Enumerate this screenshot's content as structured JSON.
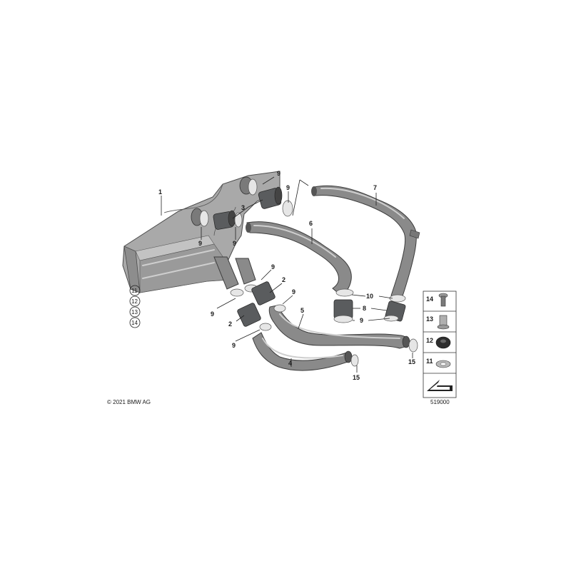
{
  "copyright": "© 2021 BMW AG",
  "diagram_id": "519000",
  "labels": {
    "p1": "1",
    "p2a": "2",
    "p2b": "2",
    "p3": "3",
    "p4": "4",
    "p5": "5",
    "p6": "6",
    "p7": "7",
    "p8": "8",
    "p10": "10",
    "p15a": "15",
    "p15b": "15",
    "p9a": "9",
    "p9b": "9",
    "p9c": "9",
    "p9d": "9",
    "p9e": "9",
    "p9f": "9",
    "p9g": "9",
    "p9h": "9",
    "p9i": "9"
  },
  "circled_labels": [
    "11",
    "12",
    "13",
    "14"
  ],
  "legend": [
    "14",
    "13",
    "12",
    "11"
  ]
}
